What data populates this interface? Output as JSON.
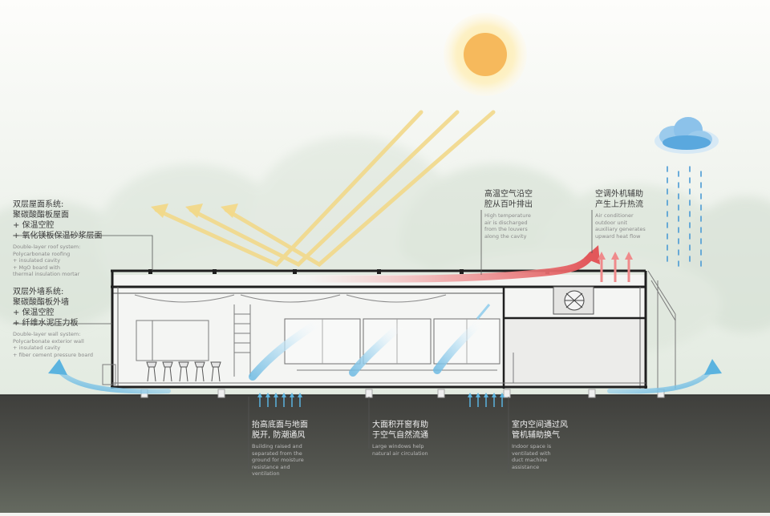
{
  "labels": {
    "roof": {
      "cn": [
        "双层屋面系统:",
        "聚碳酸酯板屋面",
        "+ 保温空腔",
        "+ 氧化镁板保温砂浆层面"
      ],
      "en": [
        "Double-layer roof system:",
        "Polycarbonate roofing",
        "+ insulated cavity",
        "+ MgO board with",
        "thermal insulation mortar"
      ]
    },
    "wall": {
      "cn": [
        "双层外墙系统:",
        "聚碳酸酯板外墙",
        "+ 保温空腔",
        "+ 纤维水泥压力板"
      ],
      "en": [
        "Double-layer wall system:",
        "Polycarbonate exterior wall",
        "+ insulated cavity",
        "+ fiber cement pressure board"
      ]
    },
    "hot_air": {
      "cn": [
        "高温空气沿空",
        "腔从百叶排出"
      ],
      "en": [
        "High temperature",
        "air is discharged",
        "from the louvers",
        "along the cavity"
      ]
    },
    "ac_unit": {
      "cn": [
        "空调外机辅助",
        "产生上升热流"
      ],
      "en": [
        "Air conditioner",
        "outdoor unit",
        "auxiliary generates",
        "upward heat flow"
      ]
    },
    "ground": {
      "cn": [
        "抬高底面与地面",
        "脱开, 防潮通风"
      ],
      "en": [
        "Building raised and",
        "separated from the",
        "ground for moisture",
        "resistance and",
        "ventilation"
      ]
    },
    "windows": {
      "cn": [
        "大面积开窗有助",
        "于空气自然流通"
      ],
      "en": [
        "Large windows help",
        "natural air circulation"
      ]
    },
    "indoor_air": {
      "cn": [
        "室内空间通过风",
        "管机辅助换气"
      ],
      "en": [
        "Indoor space is",
        "ventilated with",
        "duct machine",
        "assistance"
      ]
    }
  },
  "colors": {
    "ground": "#4a4a47",
    "sun_core": "#f6b95c",
    "sun_halo": "#fbe9a8",
    "sunray": "#f2d98a",
    "hot_flow": "#e2575a",
    "cool_flow": "#5bb3df",
    "rain": "#4a9ad4",
    "cloud": "#5aa8de",
    "building_line": "#1f1f1f"
  },
  "icons": [
    "sun-icon",
    "cloud-icon",
    "rain-icon",
    "ac-fan-icon",
    "chair-icon"
  ]
}
